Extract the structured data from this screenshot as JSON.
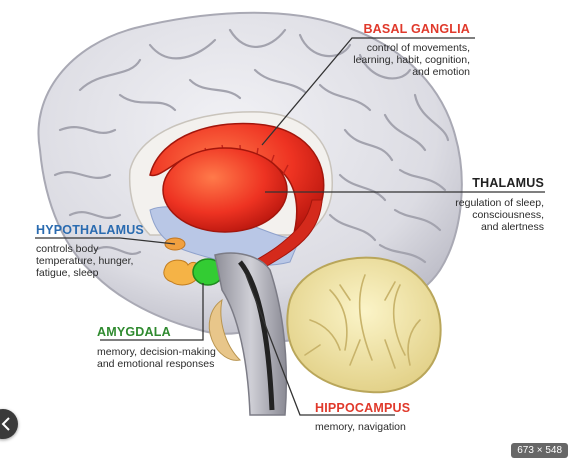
{
  "colors": {
    "red_title": "#e0392b",
    "dark_title": "#222222",
    "blue_title": "#2a6bb0",
    "green_title": "#2f8a2f",
    "brain_gray": "#dcdce3",
    "basal_red": "#ee3322",
    "amygdala_green": "#33cc33",
    "hippocampus_yellow": "#f2e8a8"
  },
  "labels": {
    "basal_ganglia": {
      "title": "BASAL GANGLIA",
      "lines": [
        "control of movements,",
        "learning, habit, cognition,",
        "and emotion"
      ]
    },
    "thalamus": {
      "title": "THALAMUS",
      "lines": [
        "regulation of sleep,",
        "consciousness,",
        "and alertness"
      ]
    },
    "hypothalamus": {
      "title": "HYPOTHALAMUS",
      "lines": [
        "controls body",
        "temperature, hunger,",
        "fatigue, sleep"
      ]
    },
    "amygdala": {
      "title": "AMYGDALA",
      "lines": [
        "memory, decision-making",
        "and emotional responses"
      ]
    },
    "hippocampus": {
      "title": "HIPPOCAMPUS",
      "lines": [
        "memory, navigation"
      ]
    }
  },
  "image_size_badge": "673 × 548",
  "icons": {
    "side_button": "chevron-left-icon"
  }
}
